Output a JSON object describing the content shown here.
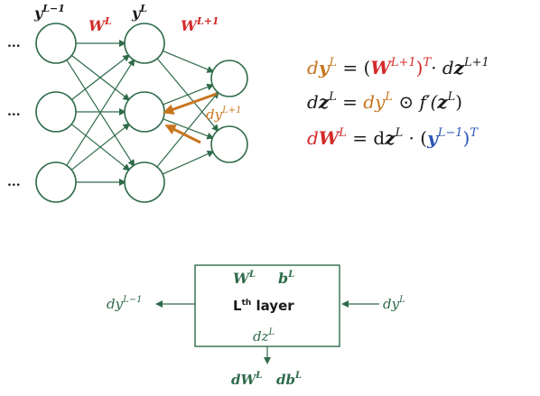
{
  "network": {
    "layer_prev_label": {
      "base": "y",
      "sup": "L−1"
    },
    "layer_curr_label": {
      "base": "y",
      "sup": "L"
    },
    "weight_label": {
      "base": "W",
      "sup": "L"
    },
    "weight_next_label": {
      "base": "W",
      "sup": "L+1"
    },
    "grad_label": {
      "base": "dy",
      "sup": "L+1"
    },
    "ellipsis": "..."
  },
  "equations": {
    "eq1": {
      "lhs_d": "d",
      "lhs_var": "y",
      "lhs_sup": "L",
      "eq": " = (",
      "w": "W",
      "w_sup": "L+1",
      "close": ")",
      "t_sup": "T",
      "dot": "· d",
      "z": "z",
      "z_sup": "L+1"
    },
    "eq2": {
      "lhs_d": "d",
      "lhs_var": "z",
      "lhs_sup": "L",
      "eq": " = ",
      "rhs_d": "dy",
      "rhs_sup": "L",
      "op": " ⊙ f′(",
      "z": "z",
      "z_sup": "L",
      "close": ")"
    },
    "eq3": {
      "lhs_d": "d",
      "lhs_var": "W",
      "lhs_sup": "L",
      "eq": " = d",
      "z": "z",
      "z_sup": "L",
      "dot": " · (",
      "y": "y",
      "y_sup": "L−1",
      "close": ")",
      "t_sup": "T"
    }
  },
  "layer_box": {
    "w": "W",
    "w_sup": "L",
    "b": "b",
    "b_sup": "L",
    "title_main": "L",
    "title_sup": "th",
    "title_rest": " layer",
    "dz_d": "dz",
    "dz_sup": "L",
    "in_d": "dy",
    "in_sup": "L",
    "out_d": "dy",
    "out_sup": "L−1",
    "dW_d": "dW",
    "dW_sup": "L",
    "db_d": "db",
    "db_sup": "L"
  },
  "colors": {
    "green": "#2f6b4a",
    "red": "#d42a2a",
    "orange": "#c8751e",
    "blue": "#2a55b8",
    "black": "#1a1a1a"
  }
}
